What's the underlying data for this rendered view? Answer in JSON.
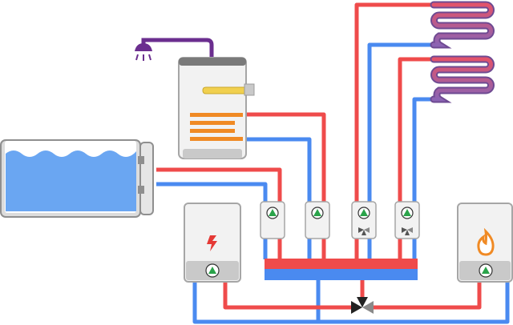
{
  "diagram": {
    "description_visible_text": [],
    "colors": {
      "hot": "#ef4b4b",
      "cold": "#4a8af0",
      "water": "#6aa6f2",
      "water_dark": "#5b93df",
      "unit_fill": "#f2f2f2",
      "unit_stroke": "#a6a6a6",
      "unit_base": "#c9c9c9",
      "pump_green": "#2aa34a",
      "flame_orange": "#f08a24",
      "electric_red": "#e53935",
      "shower_purple": "#6b2e8f",
      "coil_red": "#e2536b",
      "coil_purple": "#8b63b3",
      "tank_stroke": "#8f8f8f"
    },
    "components": [
      {
        "name": "water-tank",
        "icon": "wave-pool"
      },
      {
        "name": "water-heater-boiler",
        "icon": "shower-head"
      },
      {
        "name": "electric-boiler",
        "icon": "lightning-bolt-icon"
      },
      {
        "name": "gas-boiler",
        "icon": "flame-icon"
      },
      {
        "name": "pump-module-1",
        "icon": "pump-arrow-icon"
      },
      {
        "name": "pump-module-2",
        "icon": "pump-arrow-icon"
      },
      {
        "name": "pump-module-3",
        "icon": "mixing-valve-icon"
      },
      {
        "name": "pump-module-4",
        "icon": "mixing-valve-icon"
      },
      {
        "name": "hydraulic-separator-manifold",
        "icon": "manifold"
      },
      {
        "name": "three-way-valve",
        "icon": "three-way-valve-icon"
      },
      {
        "name": "heating-coil-upper",
        "icon": "underfloor-coil"
      },
      {
        "name": "heating-coil-lower",
        "icon": "underfloor-coil"
      }
    ]
  }
}
